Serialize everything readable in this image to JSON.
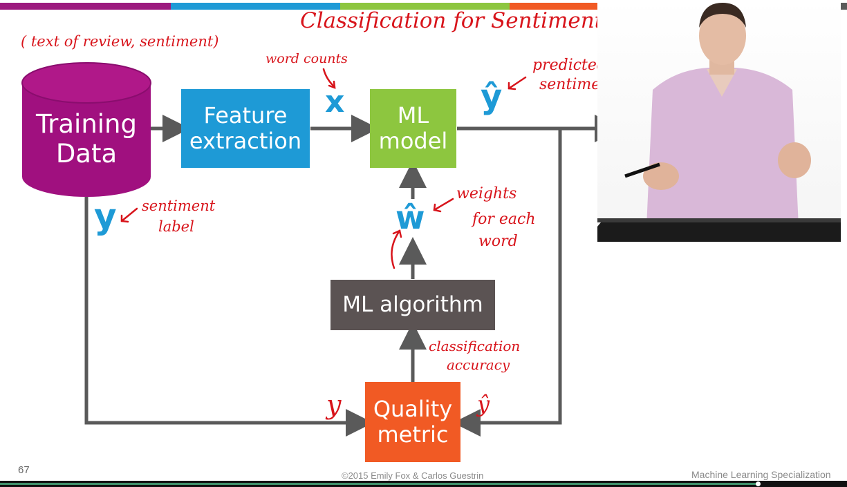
{
  "header_stripes": [
    {
      "color": "#9c1a7e"
    },
    {
      "color": "#1e9ad6"
    },
    {
      "color": "#8dc63f"
    },
    {
      "color": "#8dc63f"
    },
    {
      "color": "#f15a24"
    },
    {
      "color": "#5a5a5a"
    }
  ],
  "slide": {
    "title_handwritten": "Classification for Sentiment",
    "page_number": "67",
    "copyright": "©2015 Emily Fox & Carlos Guestrin",
    "course": "Machine Learning Specialization"
  },
  "nodes": {
    "training_data": {
      "line1": "Training",
      "line2": "Data",
      "color": "#a0107f"
    },
    "feature_extraction": {
      "line1": "Feature",
      "line2": "extraction",
      "color": "#1e9ad6"
    },
    "ml_model": {
      "line1": "ML",
      "line2": "model",
      "color": "#8dc63f"
    },
    "ml_algorithm": {
      "label": "ML algorithm",
      "color": "#5b5353"
    },
    "quality_metric": {
      "line1": "Quality",
      "line2": "metric",
      "color": "#f15a24"
    }
  },
  "symbols": {
    "x": "x",
    "y_hat": "ŷ",
    "w_hat": "ŵ",
    "y": "y"
  },
  "annotations": {
    "data_format": "( text of review, sentiment)",
    "word_counts": "word counts",
    "predicted": "predicted",
    "sentiment": "sentiment",
    "sentiment_label_1": "sentiment",
    "sentiment_label_2": "label",
    "weights_1": "weights",
    "weights_2": "for each",
    "weights_3": "word",
    "classification": "classification",
    "accuracy": "accuracy",
    "qm_y": "y",
    "qm_y_hat": "ŷ"
  },
  "colors": {
    "arrow": "#5a5a5a",
    "handwriting": "#d8141b",
    "symbol": "#1e9ad6"
  }
}
